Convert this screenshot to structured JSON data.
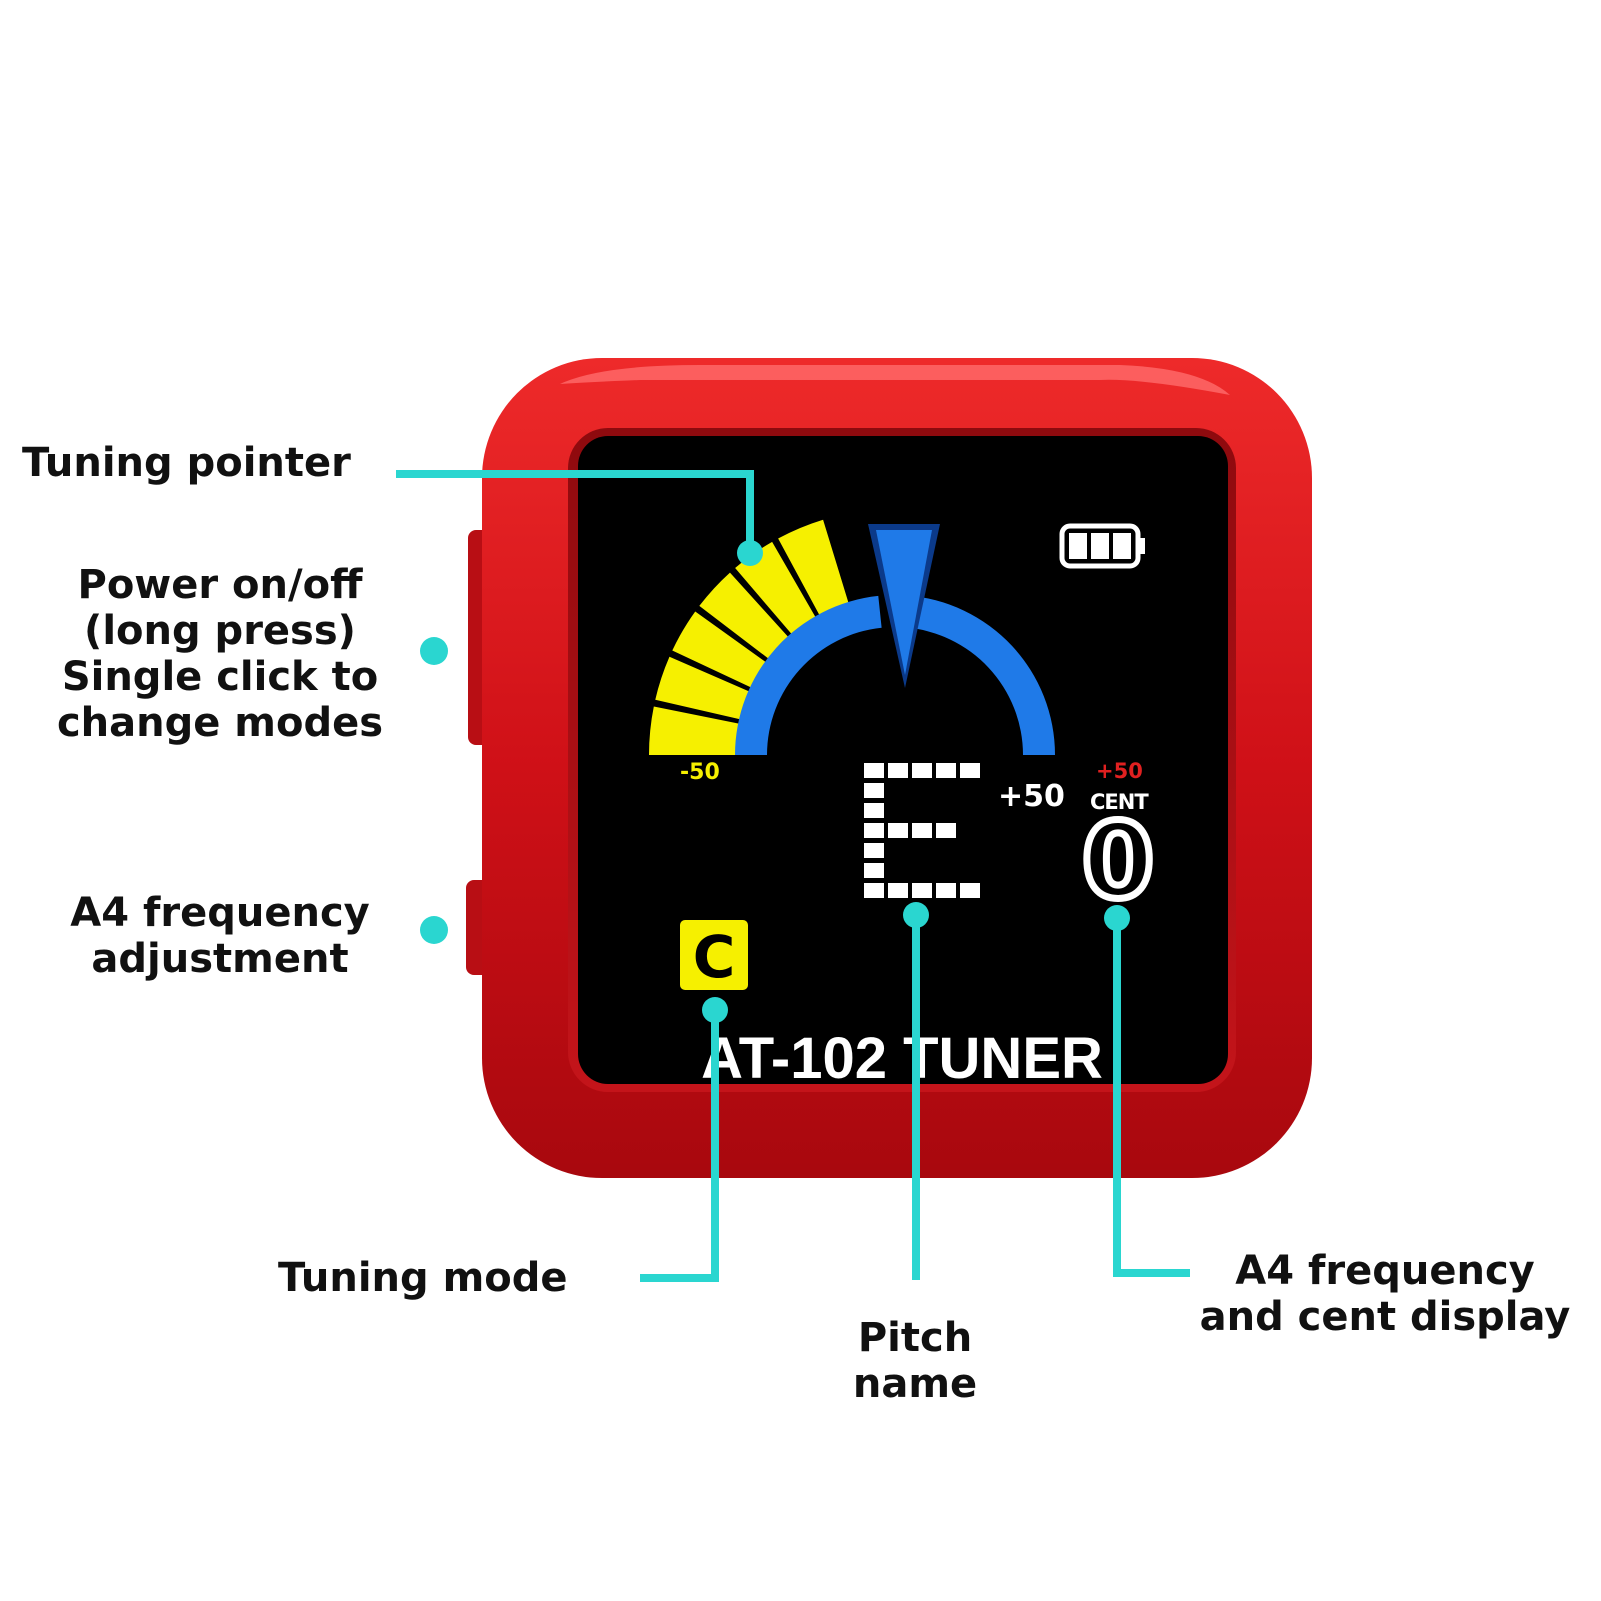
{
  "device": {
    "name": "AT-102 TUNER",
    "body_color": "#d8141b",
    "screen_color": "#000000"
  },
  "screen": {
    "scale_min": "-50",
    "scale_max": "+50",
    "cent_offset": "+50",
    "cent_unit": "CENT",
    "pitch_name": "E",
    "cent_value": "0",
    "mode": "C",
    "battery_icon": "battery-icon",
    "colors": {
      "flat_zone": "#f6f000",
      "in_tune_arc": "#1f7ae8",
      "pointer": "#1f7ae8",
      "mode_badge": "#f6f000",
      "cent_offset": "#e02020"
    }
  },
  "callouts": {
    "tuning_pointer": [
      "Tuning pointer"
    ],
    "power_button": [
      "Power on/off",
      "(long press)",
      "Single click to",
      "change modes"
    ],
    "a4_adjust": [
      "A4 frequency",
      "adjustment"
    ],
    "tuning_mode": [
      "Tuning mode"
    ],
    "pitch_name": [
      "Pitch",
      "name"
    ],
    "a4_cent_display": [
      "A4 frequency",
      "and cent display"
    ],
    "leader_color": "#2ad6d0"
  }
}
